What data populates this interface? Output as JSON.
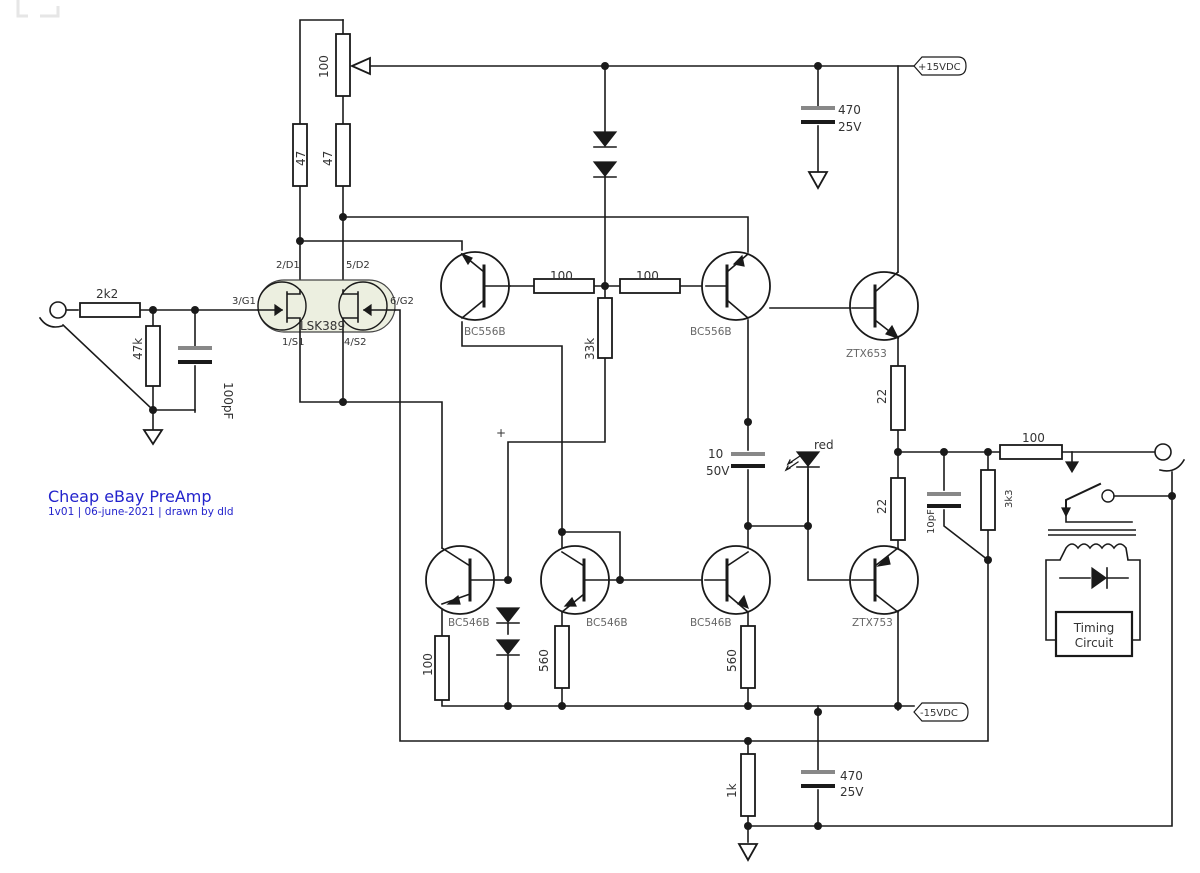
{
  "title": "Cheap eBay PreAmp",
  "subtitle": "1v01 | 06-june-2021 | drawn by dld",
  "rails": {
    "pos": "+15VDC",
    "neg": "-15VDC"
  },
  "resistors": {
    "r_in": "2k2",
    "r_47k": "47k",
    "r_trim": "100",
    "r_47a": "47",
    "r_47b": "47",
    "r_33k": "33k",
    "r_100a": "100",
    "r_100b": "100",
    "r_22a": "22",
    "r_22b": "22",
    "r_3k3": "3k3",
    "r_out": "100",
    "r_100c": "100",
    "r_560a": "560",
    "r_560b": "560",
    "r_1k": "1k"
  },
  "capacitors": {
    "c_in": "100pF",
    "c_top_v": "470",
    "c_top_r": "25V",
    "c_mid_v": "10",
    "c_mid_r": "50V",
    "c_fb": "10pF",
    "c_bot_v": "470",
    "c_bot_r": "25V"
  },
  "jfet": {
    "part": "LSK389",
    "pins": [
      "2/D1",
      "5/D2",
      "3/G1",
      "6/G2",
      "1/S1",
      "4/S2"
    ]
  },
  "transistors": {
    "q1": "BC556B",
    "q2": "BC556B",
    "q3": "ZTX653",
    "q4": "BC546B",
    "q5": "BC546B",
    "q6": "BC546B",
    "q7": "ZTX753"
  },
  "led": "red",
  "polarity_mark": "+",
  "relay_block": {
    "line1": "Timing",
    "line2": "Circuit"
  }
}
